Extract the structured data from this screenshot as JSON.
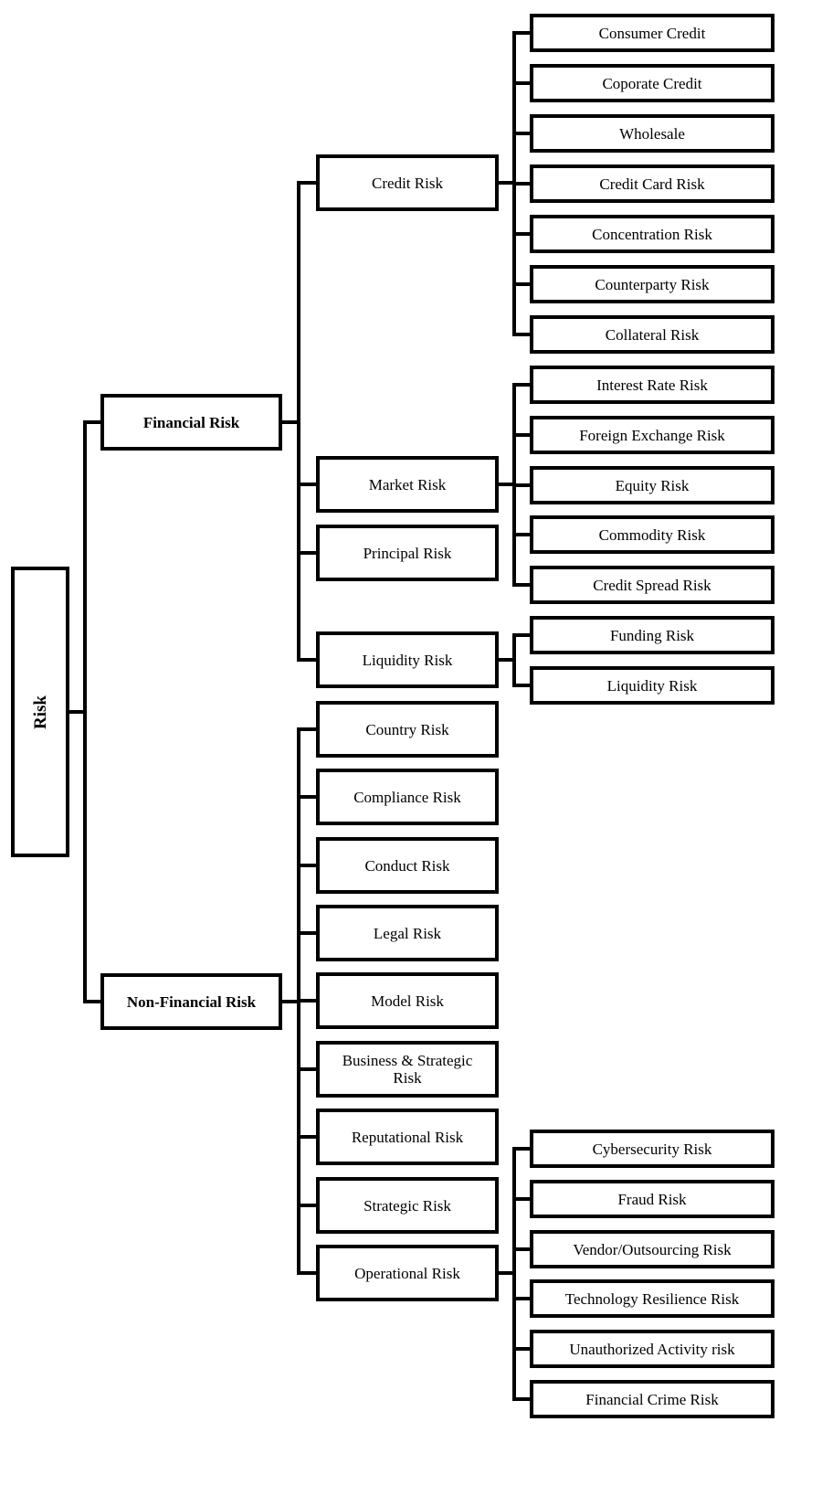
{
  "tree": {
    "label": "Risk",
    "children": [
      {
        "label": "Financial Risk",
        "children": [
          {
            "label": "Credit Risk",
            "children": [
              {
                "label": "Consumer Credit"
              },
              {
                "label": "Coporate Credit"
              },
              {
                "label": "Wholesale"
              },
              {
                "label": "Credit Card Risk"
              },
              {
                "label": "Concentration Risk"
              },
              {
                "label": "Counterparty Risk"
              },
              {
                "label": "Collateral Risk"
              }
            ]
          },
          {
            "label": "Market Risk",
            "children": [
              {
                "label": "Interest Rate Risk"
              },
              {
                "label": "Foreign Exchange Risk"
              },
              {
                "label": "Equity  Risk"
              },
              {
                "label": "Commodity  Risk"
              },
              {
                "label": "Credit Spread Risk"
              }
            ]
          },
          {
            "label": "Principal Risk"
          },
          {
            "label": "Liquidity  Risk",
            "children": [
              {
                "label": "Funding  Risk"
              },
              {
                "label": "Liquidity  Risk"
              }
            ]
          }
        ]
      },
      {
        "label": "Non-Financial Risk",
        "children": [
          {
            "label": "Country Risk"
          },
          {
            "label": "Compliance Risk"
          },
          {
            "label": "Conduct Risk"
          },
          {
            "label": "Legal Risk"
          },
          {
            "label": "Model Risk"
          },
          {
            "label": "Business & Strategic Risk"
          },
          {
            "label": "Reputational Risk"
          },
          {
            "label": "Strategic Risk"
          },
          {
            "label": "Operational Risk",
            "children": [
              {
                "label": "Cybersecurity Risk"
              },
              {
                "label": "Fraud Risk"
              },
              {
                "label": "Vendor/Outsourcing Risk"
              },
              {
                "label": "Technology Resilience Risk"
              },
              {
                "label": "Unauthorized Activity risk"
              },
              {
                "label": "Financial Crime Risk"
              }
            ]
          }
        ]
      }
    ]
  }
}
